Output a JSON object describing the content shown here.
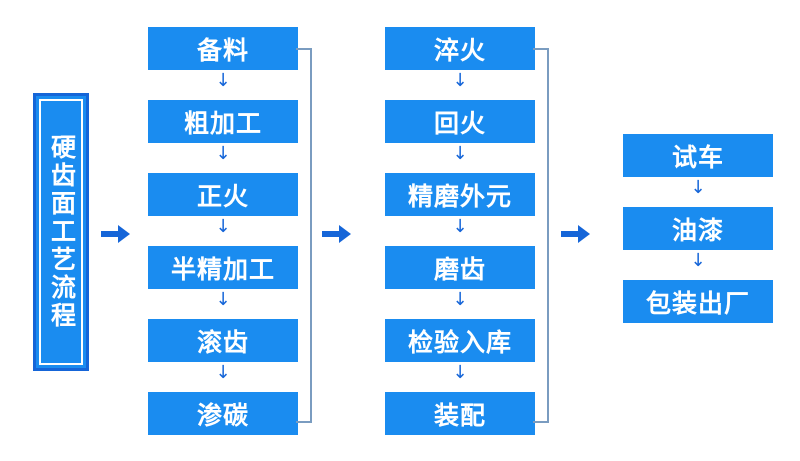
{
  "diagram": {
    "title_vertical": "硬齿面工艺流程",
    "accent_color": "#1a8cf0",
    "border_color": "#1565d8",
    "bracket_color": "#7a9cc0",
    "arrow_color": "#1565d8",
    "background_color": "#ffffff",
    "text_color": "#ffffff",
    "down_arrow_glyph": "↓",
    "columns": [
      {
        "name": "column-1",
        "steps": [
          {
            "label": "备料"
          },
          {
            "label": "粗加工"
          },
          {
            "label": "正火"
          },
          {
            "label": "半精加工"
          },
          {
            "label": "滚齿"
          },
          {
            "label": "渗碳"
          }
        ]
      },
      {
        "name": "column-2",
        "steps": [
          {
            "label": "淬火"
          },
          {
            "label": "回火"
          },
          {
            "label": "精磨外元"
          },
          {
            "label": "磨齿"
          },
          {
            "label": "检验入库"
          },
          {
            "label": "装配"
          }
        ]
      },
      {
        "name": "column-3",
        "steps": [
          {
            "label": "试车"
          },
          {
            "label": "油漆"
          },
          {
            "label": "包装出厂"
          }
        ]
      }
    ]
  }
}
